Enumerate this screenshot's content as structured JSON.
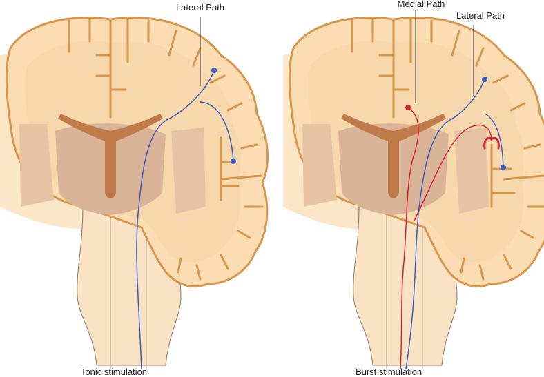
{
  "left_panel": {
    "caption": "Tonic stimulation",
    "labels": {
      "lateral": "Lateral Path"
    }
  },
  "right_panel": {
    "caption": "Burst stimulation",
    "labels": {
      "medial": "Medial Path",
      "lateral": "Lateral Path"
    }
  },
  "colors": {
    "lateral_path": "#3d5fbf",
    "medial_path": "#d6223a",
    "cortex_fill": "#fbdcb3",
    "cortex_outline": "#d9954a",
    "ventricle": "#bf7c4a",
    "deep_nuclei": "#d9b497"
  }
}
